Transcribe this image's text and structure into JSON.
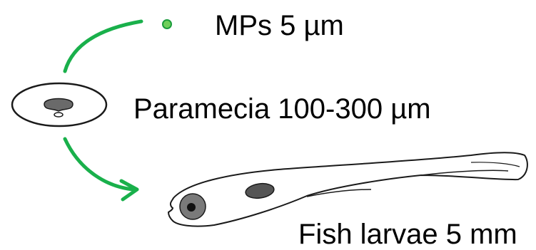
{
  "labels": {
    "microplastics": "MPs 5 µm",
    "paramecia": "Paramecia 100-300 µm",
    "fish_larvae": "Fish larvae 5 mm"
  },
  "colors": {
    "arrow": "#19b04b",
    "microplastic_fill": "#6fcf5a",
    "microplastic_stroke": "#1a9c3c",
    "outline": "#1a1a1a",
    "eye_ring": "#7a7a7a",
    "gut": "#555555",
    "food_vacuole": "#6a6a6a"
  }
}
